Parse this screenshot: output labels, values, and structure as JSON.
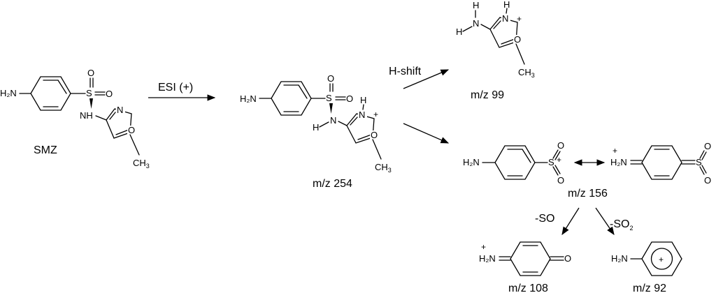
{
  "arrows": {
    "esi": "ESI (+)",
    "hshift": "H-shift",
    "minus_so": "-SO",
    "minus_so2_prefix": "-SO",
    "minus_so2_sub": "2"
  },
  "compounds": {
    "smz": "SMZ",
    "mz254": "m/z 254",
    "mz99": "m/z 99",
    "mz156": "m/z 156",
    "mz108": "m/z 108",
    "mz92": "m/z 92"
  },
  "atoms": {
    "h2n": "H₂N",
    "h": "H",
    "n": "N",
    "nh": "NH",
    "o": "O",
    "s": "S",
    "ch3_main": "CH",
    "ch3_sub": "3",
    "plus": "+"
  }
}
